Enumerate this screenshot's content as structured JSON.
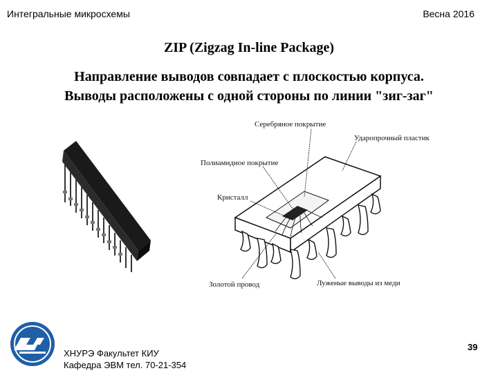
{
  "header": {
    "course": "Интегральные микросхемы",
    "term": "Весна 2016"
  },
  "slide": {
    "title": "ZIP (Zigzag In-line Package)",
    "line1": "Направление выводов совпадает с плоскостью корпуса.",
    "line2": "Выводы расположены с одной стороны по линии \"зиг-заг\""
  },
  "diagram": {
    "labels": {
      "silver": "Серебряное покрытие",
      "plastic": "Ударопрочный пластик",
      "polyimide": "Полиамидное покрытие",
      "crystal": "Кристалл",
      "gold": "Золотой провод",
      "leads": "Луженые выводы из меди"
    }
  },
  "footer": {
    "line1": "ХНУРЭ Факультет КИУ",
    "line2": "Кафедра ЭВМ   тел. 70-21-354",
    "page": "39"
  },
  "colors": {
    "logo": "#1f5fa8",
    "ink": "#111111"
  }
}
